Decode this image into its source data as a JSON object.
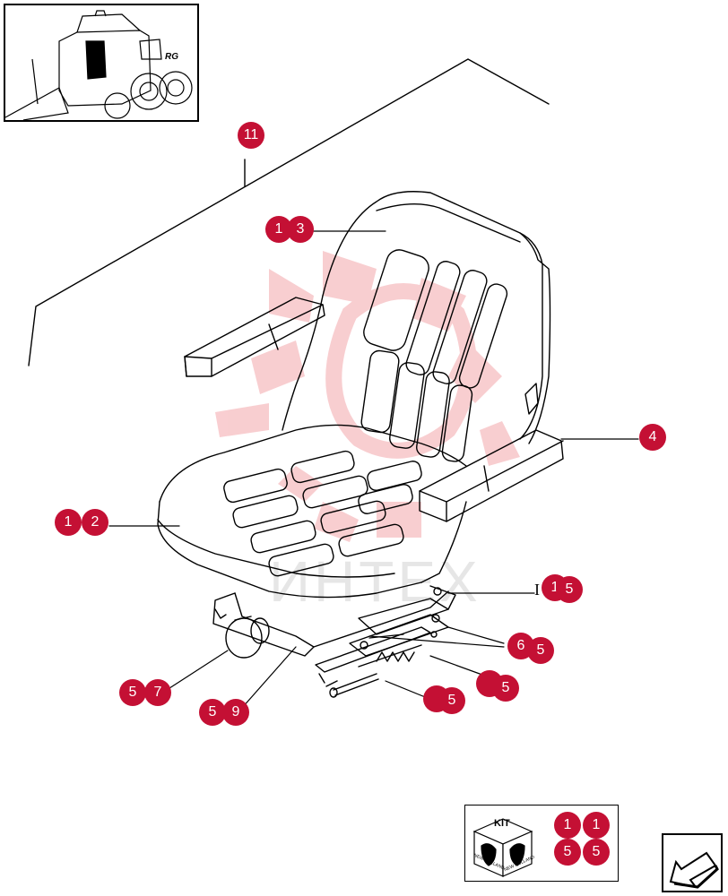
{
  "diagram": {
    "thumbnail_label": "RG",
    "watermark_text": "ИНТЕХ",
    "stray_letter": "I",
    "kit": {
      "label": "KIT",
      "brand": "NEW HOLLAND"
    },
    "callouts": [
      {
        "id": "c11",
        "text": "11"
      },
      {
        "id": "c13a",
        "text": "1"
      },
      {
        "id": "c13b",
        "text": "3"
      },
      {
        "id": "c4",
        "text": "4"
      },
      {
        "id": "c12a",
        "text": "1"
      },
      {
        "id": "c12b",
        "text": "2"
      },
      {
        "id": "c15a",
        "text": "1"
      },
      {
        "id": "c15b",
        "text": "5"
      },
      {
        "id": "c65a",
        "text": "6"
      },
      {
        "id": "c65b",
        "text": "5"
      },
      {
        "id": "c55ra",
        "text": ""
      },
      {
        "id": "c55rb",
        "text": "5"
      },
      {
        "id": "c57a",
        "text": "5"
      },
      {
        "id": "c57b",
        "text": "7"
      },
      {
        "id": "c59a",
        "text": "5"
      },
      {
        "id": "c59b",
        "text": "9"
      },
      {
        "id": "c55ma",
        "text": ""
      },
      {
        "id": "c55mb",
        "text": "5"
      },
      {
        "id": "k1a",
        "text": "1"
      },
      {
        "id": "k1b",
        "text": "1"
      },
      {
        "id": "k5a",
        "text": "5"
      },
      {
        "id": "k5b",
        "text": "5"
      }
    ]
  }
}
